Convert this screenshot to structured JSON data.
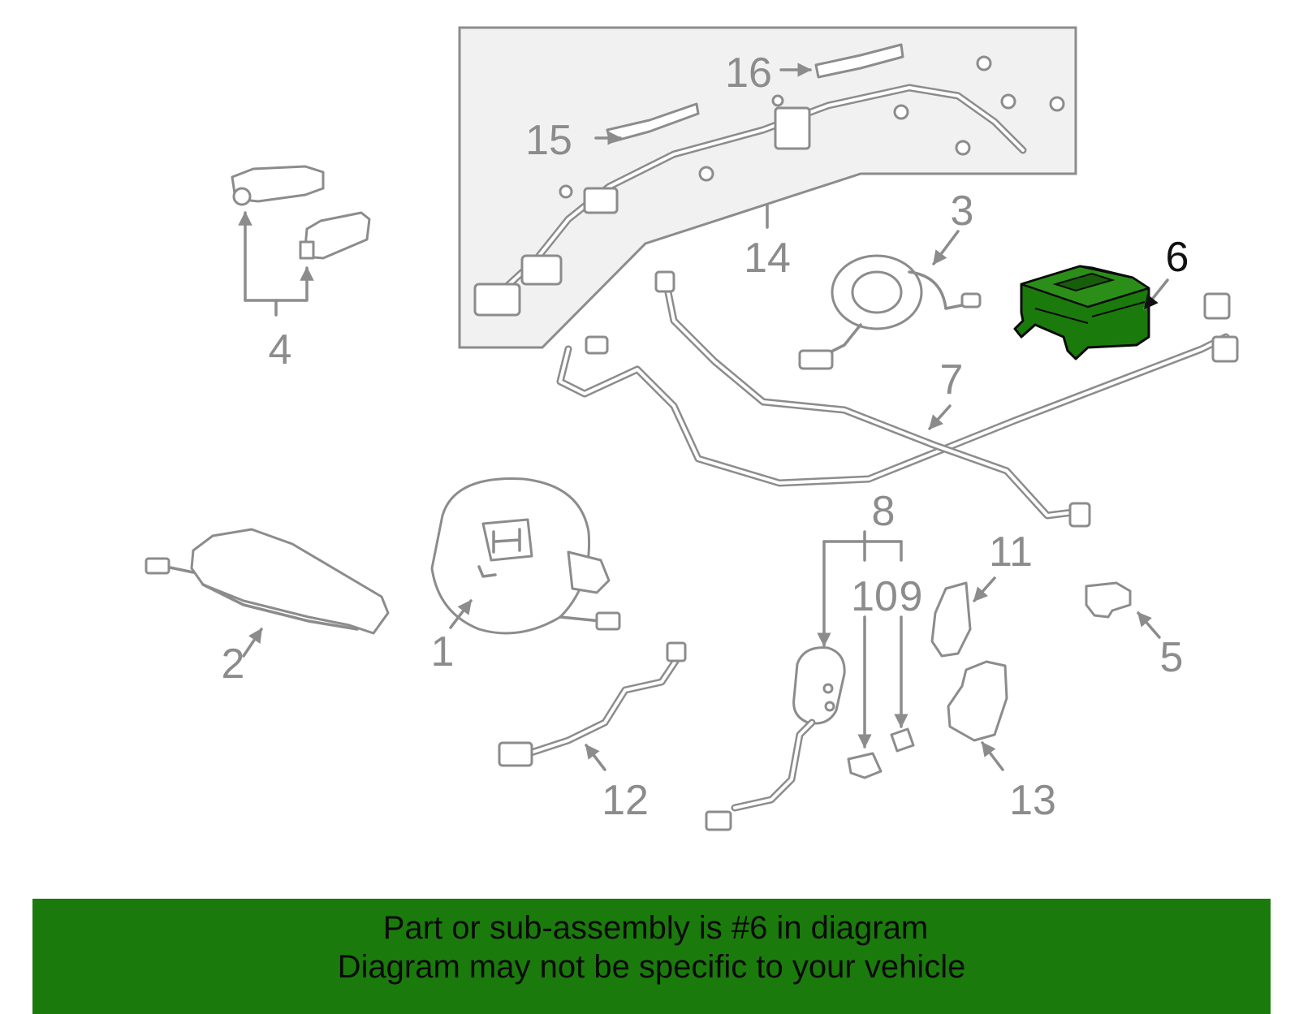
{
  "diagram": {
    "highlight_color": "#1b7a0c",
    "line_color": "#8c8c8c",
    "callouts": {
      "c1": "1",
      "c2": "2",
      "c3": "3",
      "c4": "4",
      "c5": "5",
      "c6": "6",
      "c7": "7",
      "c8": "8",
      "c9": "9",
      "c10": "10",
      "c11": "11",
      "c12": "12",
      "c13": "13",
      "c14": "14",
      "c15": "15",
      "c16": "16"
    }
  },
  "banner": {
    "background": "#1b7a0c",
    "line1": "Part or sub-assembly is #6 in diagram",
    "line2": "Diagram may not be specific to your vehicle"
  }
}
